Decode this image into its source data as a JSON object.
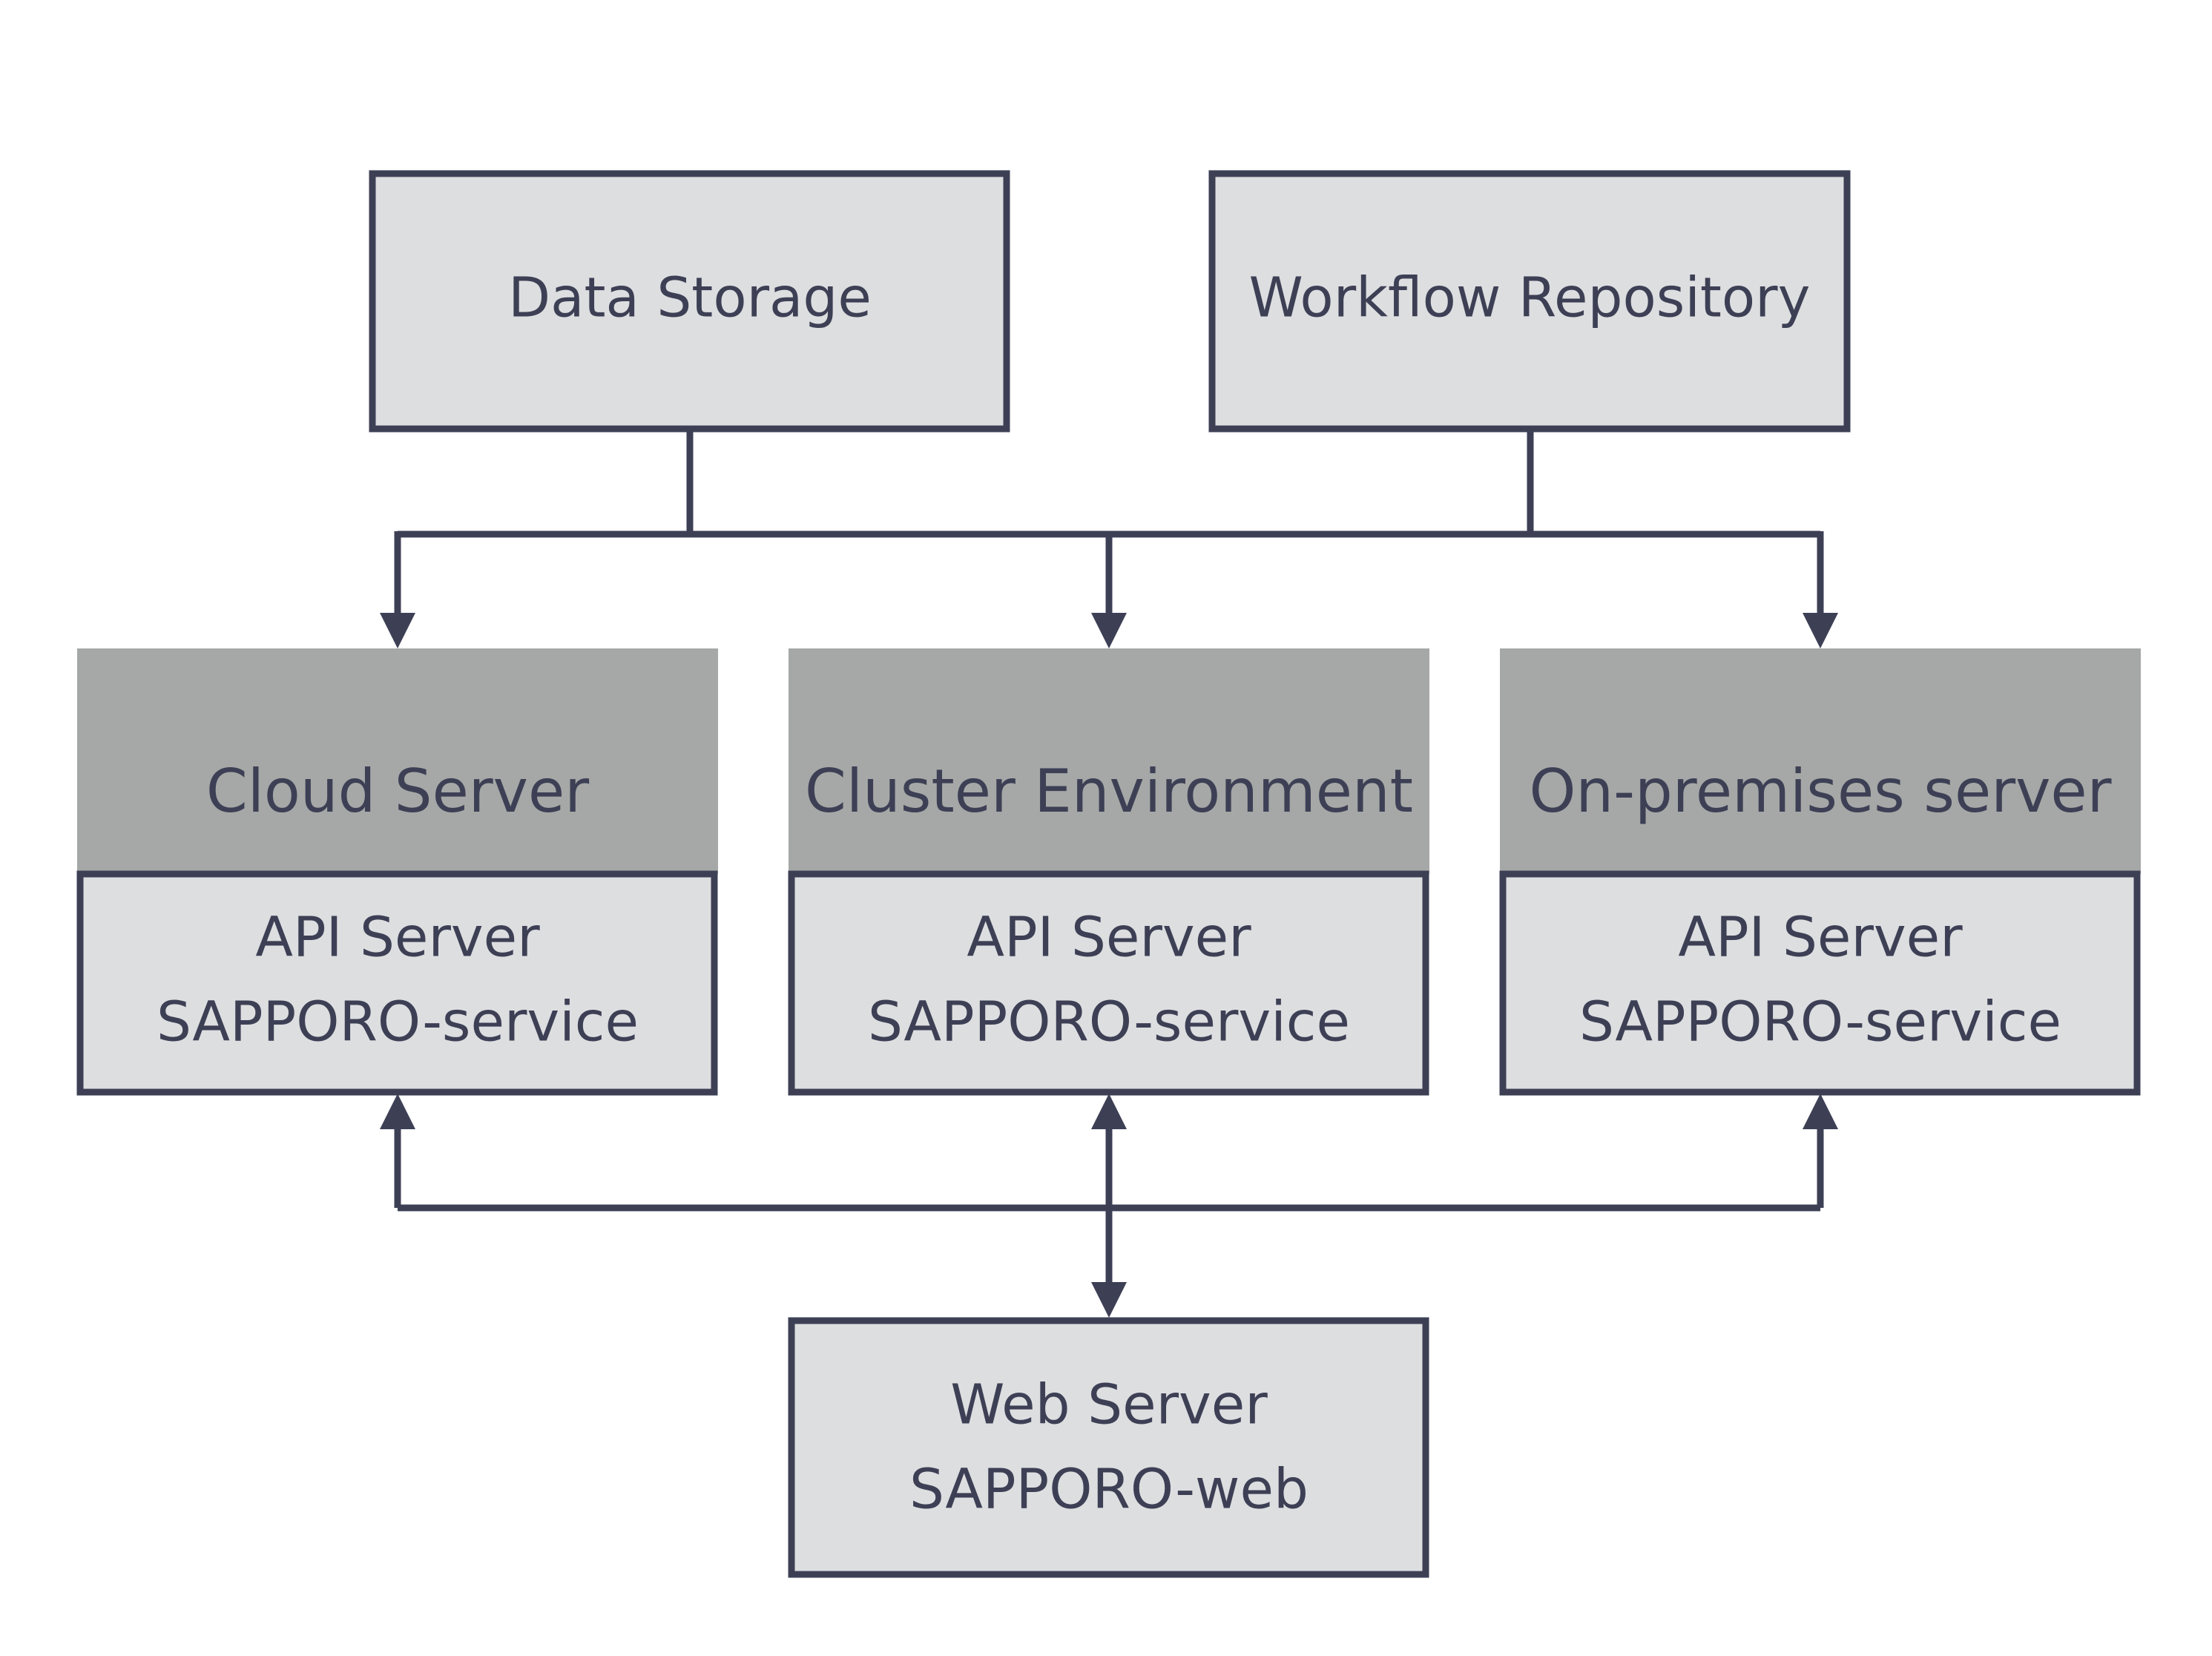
{
  "colors": {
    "stroke": "#3d4055",
    "box_fill": "#dddee0",
    "header_fill": "#a5a8a6",
    "background": "#ffffff"
  },
  "sources": {
    "data_storage": "Data Storage",
    "workflow_repository": "Workflow Repository"
  },
  "environments": {
    "cloud": {
      "title": "Cloud Server",
      "api_line1": "API Server",
      "api_line2": "SAPPORO-service"
    },
    "cluster": {
      "title": "Cluster Environment",
      "api_line1": "API Server",
      "api_line2": "SAPPORO-service"
    },
    "onprem": {
      "title": "On-premises server",
      "api_line1": "API Server",
      "api_line2": "SAPPORO-service"
    }
  },
  "web": {
    "line1": "Web Server",
    "line2": "SAPPORO-web"
  }
}
